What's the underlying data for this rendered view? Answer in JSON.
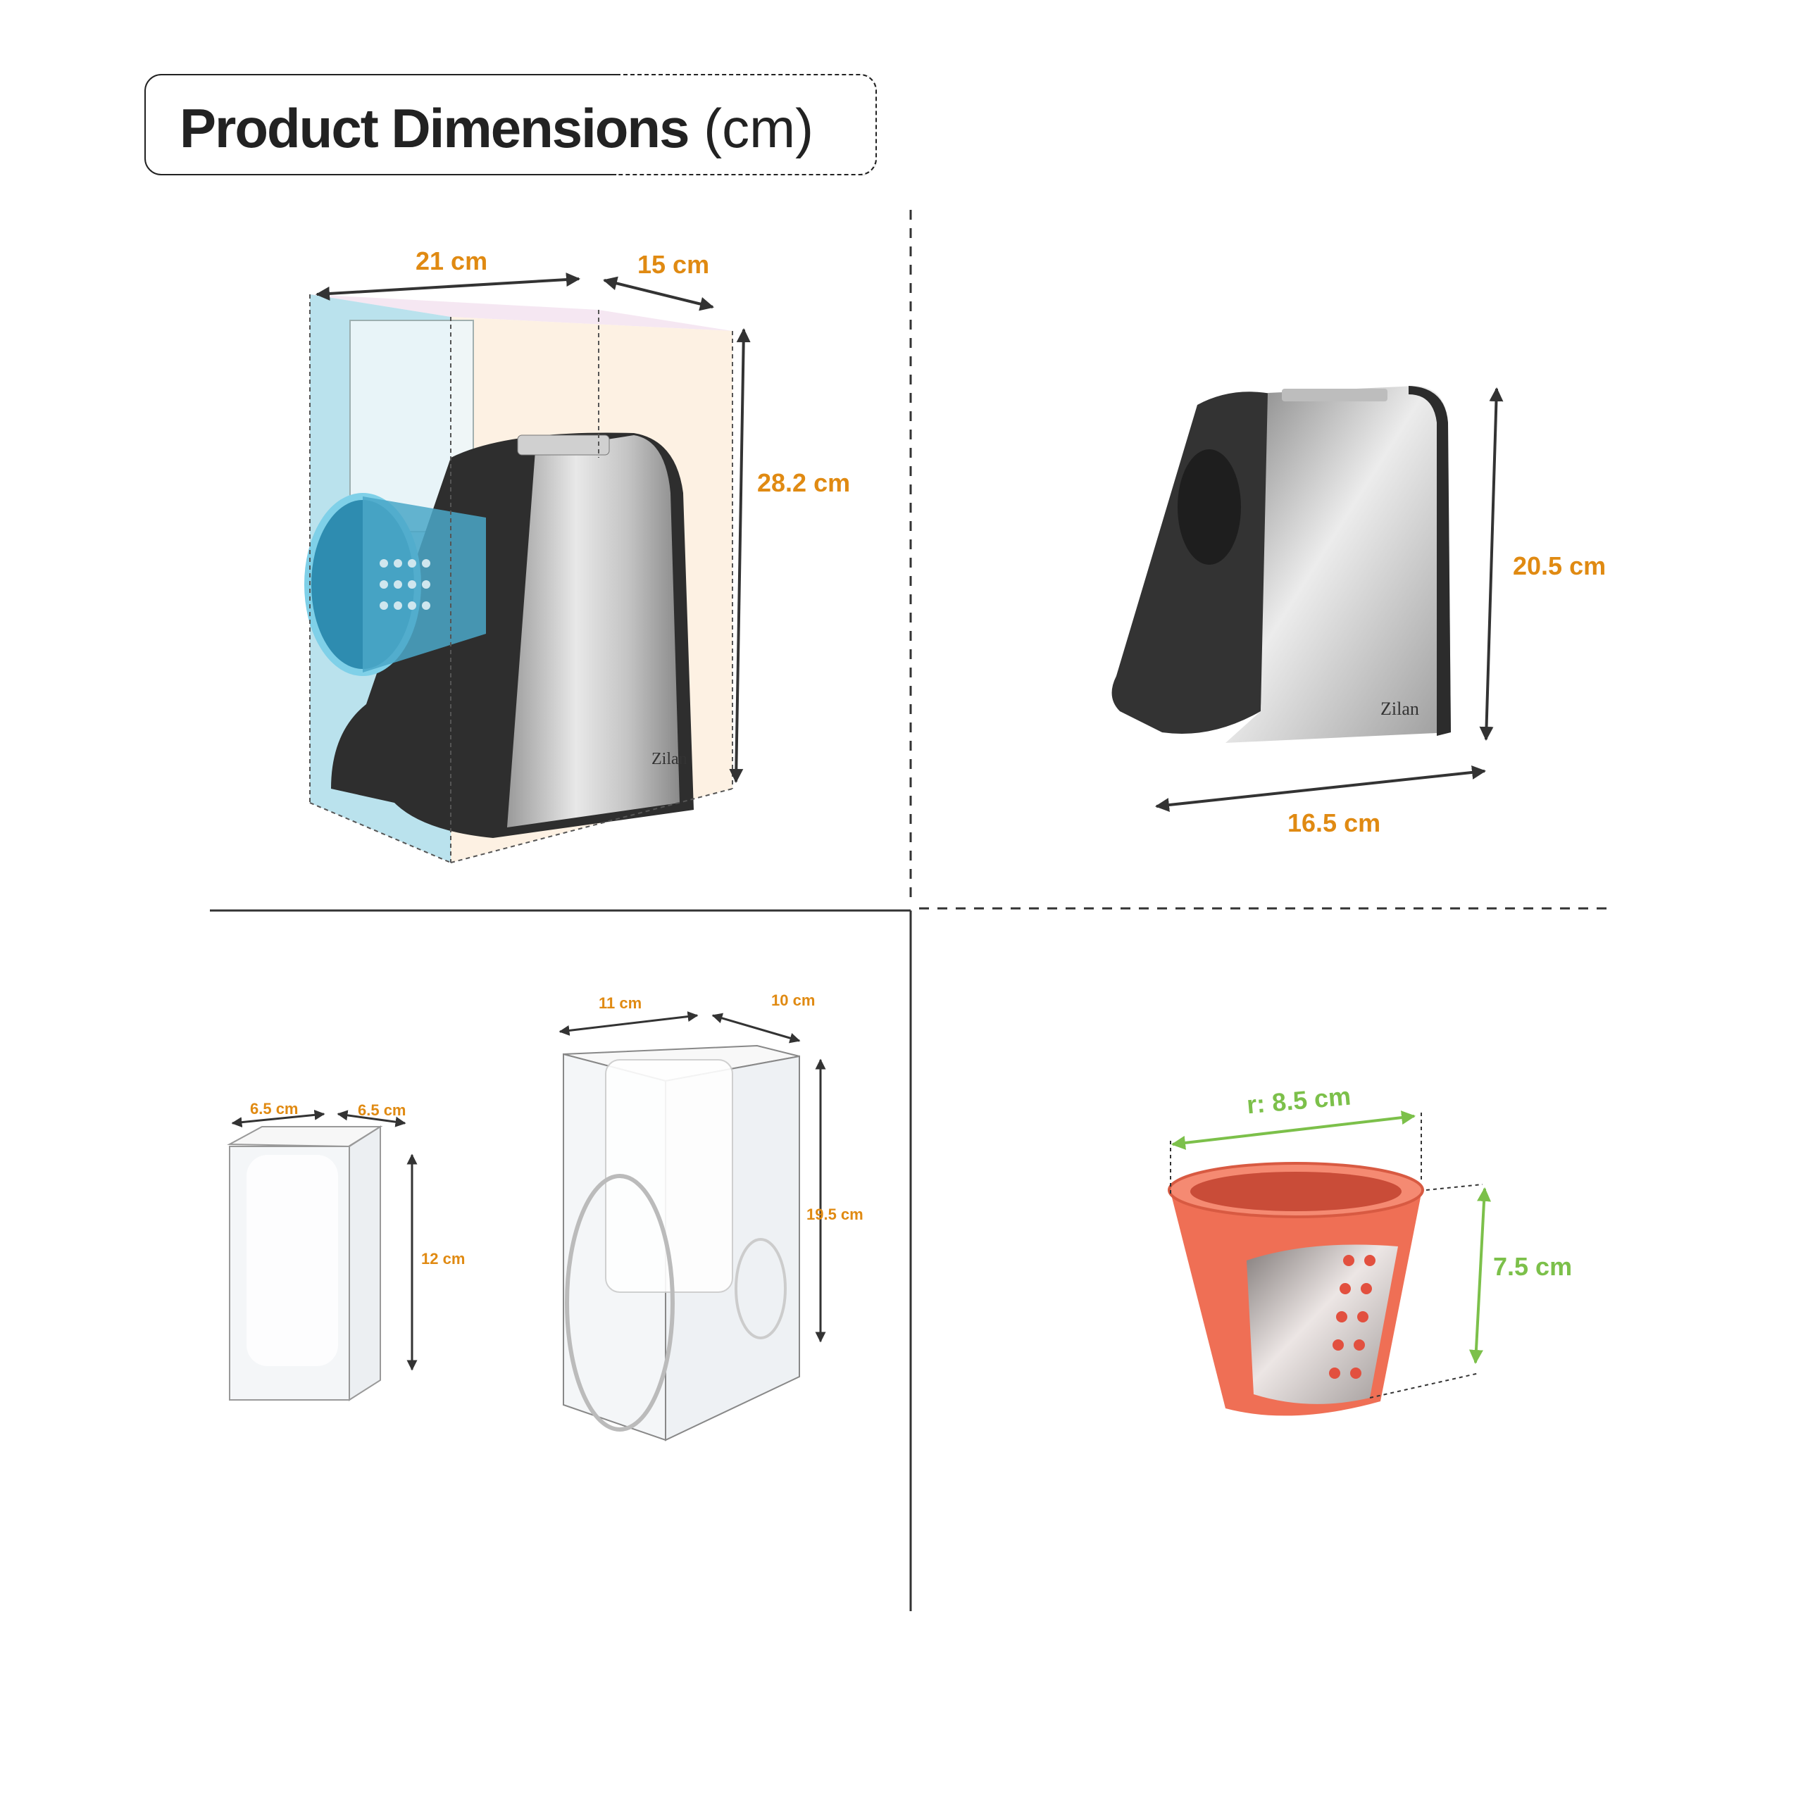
{
  "header": {
    "title_bold": "Product Dimensions",
    "title_unit": "(cm)"
  },
  "brand": "Zilan",
  "colors": {
    "dimension_orange": "#e08a12",
    "dimension_green": "#7cc04a",
    "cup_coral": "#ef6f55",
    "body_dark": "#2e2e2e",
    "steel": "#c9c9c9"
  },
  "panels": {
    "main_unit": {
      "width": "21 cm",
      "depth": "15 cm",
      "height": "28.2 cm"
    },
    "base": {
      "height": "20.5 cm",
      "depth": "16.5 cm"
    },
    "pusher": {
      "width": "6.5 cm",
      "depth": "6.5 cm",
      "height": "12 cm"
    },
    "housing": {
      "width": "11 cm",
      "depth": "10 cm",
      "height": "19.5 cm"
    },
    "drum": {
      "radius": "r: 8.5 cm",
      "height": "7.5 cm"
    }
  }
}
